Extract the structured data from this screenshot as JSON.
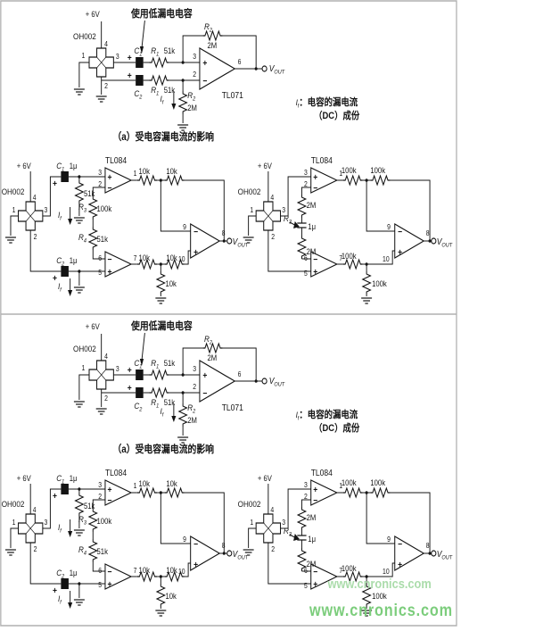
{
  "panel": {
    "supply": "+ 6V",
    "note_low_leakage": "使用低漏电电容",
    "caption_a": "（a）受电容漏电流的影响",
    "leakage_suffix": "：电容的漏电流",
    "leakage_line2": "（DC）成份",
    "current_sym": "I",
    "current_sub": "f",
    "vout_sym": "V",
    "vout_sub": "OUT",
    "plus": "+",
    "minus": "−",
    "hall_label": "OH002",
    "opamp_single": "TL071",
    "opamp_quad": "TL084",
    "refs": {
      "r": "R",
      "c": "C",
      "s1": "1",
      "s2": "2",
      "s3": "3",
      "s4": "4"
    },
    "values": {
      "r51k": "51k",
      "r2m": "2M",
      "r100k": "100k",
      "r10k": "10k",
      "c1u": "1μ"
    },
    "pins": {
      "p1": "1",
      "p2": "2",
      "p3": "3",
      "p4": "4",
      "p5": "5",
      "p6": "6",
      "p7": "7",
      "p8": "8",
      "p9": "9",
      "p10": "10"
    }
  },
  "watermark": {
    "line1": "www.cnronics.com",
    "line2": "www.cnronics.com"
  }
}
